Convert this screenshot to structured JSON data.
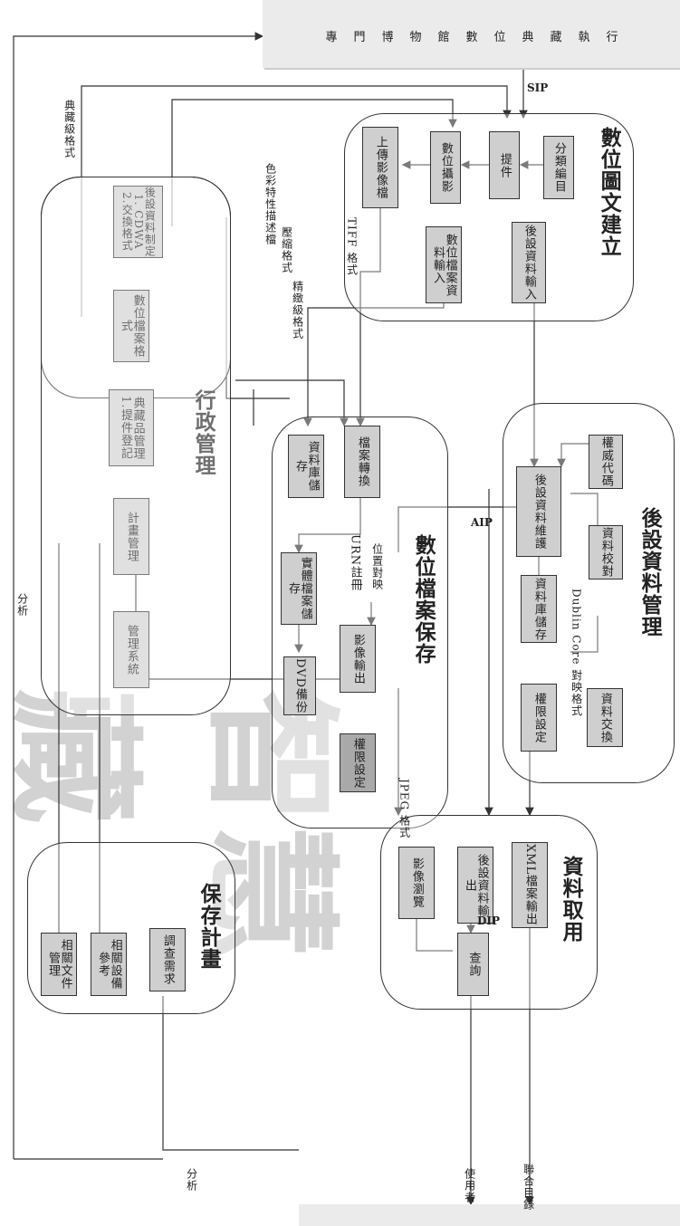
{
  "panels": {
    "digitize": "數位圖文建立",
    "admin": "行政管理",
    "preserve": "數位檔案保存",
    "metadata": "後設資料管理",
    "plan": "保存計畫",
    "access": "資料取用"
  },
  "external": {
    "source": "專門博物館數位典藏執行",
    "users": "使用者",
    "catalog": "聯合目錄"
  },
  "boxes": {
    "classify": "分類編目",
    "retrieve": "提件",
    "photo": "數位攝影",
    "upload": "上傳影像檔",
    "meta_input": "後設資料輸入",
    "file_input": "數位檔案資料輸入",
    "meta_format": "後設資料制定 1. CDWA 2.交換格式",
    "file_format": "數位檔案格式",
    "collection_mgmt": "典藏品管理 1.提件登記",
    "plan_mgmt": "計畫管理",
    "mgmt_system": "管理系統",
    "convert": "檔案轉換",
    "data_store": "資料庫儲存",
    "urn": "URN註冊",
    "physical_store": "實體檔案儲存",
    "dvd": "DVD備份",
    "image_output": "影像輸出",
    "permission_p": "權限設定",
    "authority": "權威代碼",
    "proof": "資料校對",
    "meta_maint": "後設資料維護",
    "db_store": "資料庫儲存",
    "permission_m": "權限設定",
    "exchange": "資料交換",
    "doc_mgmt": "相關文件管理",
    "equip_ref": "相關設備參考",
    "survey": "調查需求",
    "image_browse": "影像瀏覽",
    "meta_output": "後設資料輸出",
    "xml_output": "XML檔案輸出",
    "query": "查詢"
  },
  "labels": {
    "sip": "SIP",
    "aip": "AIP",
    "dip": "DIP",
    "tiff": "TIFF 格式",
    "jpeg": "JPEG 格式",
    "color_std": "色彩特性描述檔",
    "compression": "壓縮格式",
    "fine_format": "精緻級格式",
    "dublin_core": "Dublin Core 對映格式",
    "position_map": "位置對映",
    "tag_format": "典藏級格式",
    "analysis_left": "分析",
    "analysis_bottom": "分析"
  },
  "watermark": "智慧藏",
  "colors": {
    "box": "#cfcfcf",
    "box_dark": "#a9a9a9",
    "line": "#333333",
    "watermark": "#d2d2d2"
  }
}
